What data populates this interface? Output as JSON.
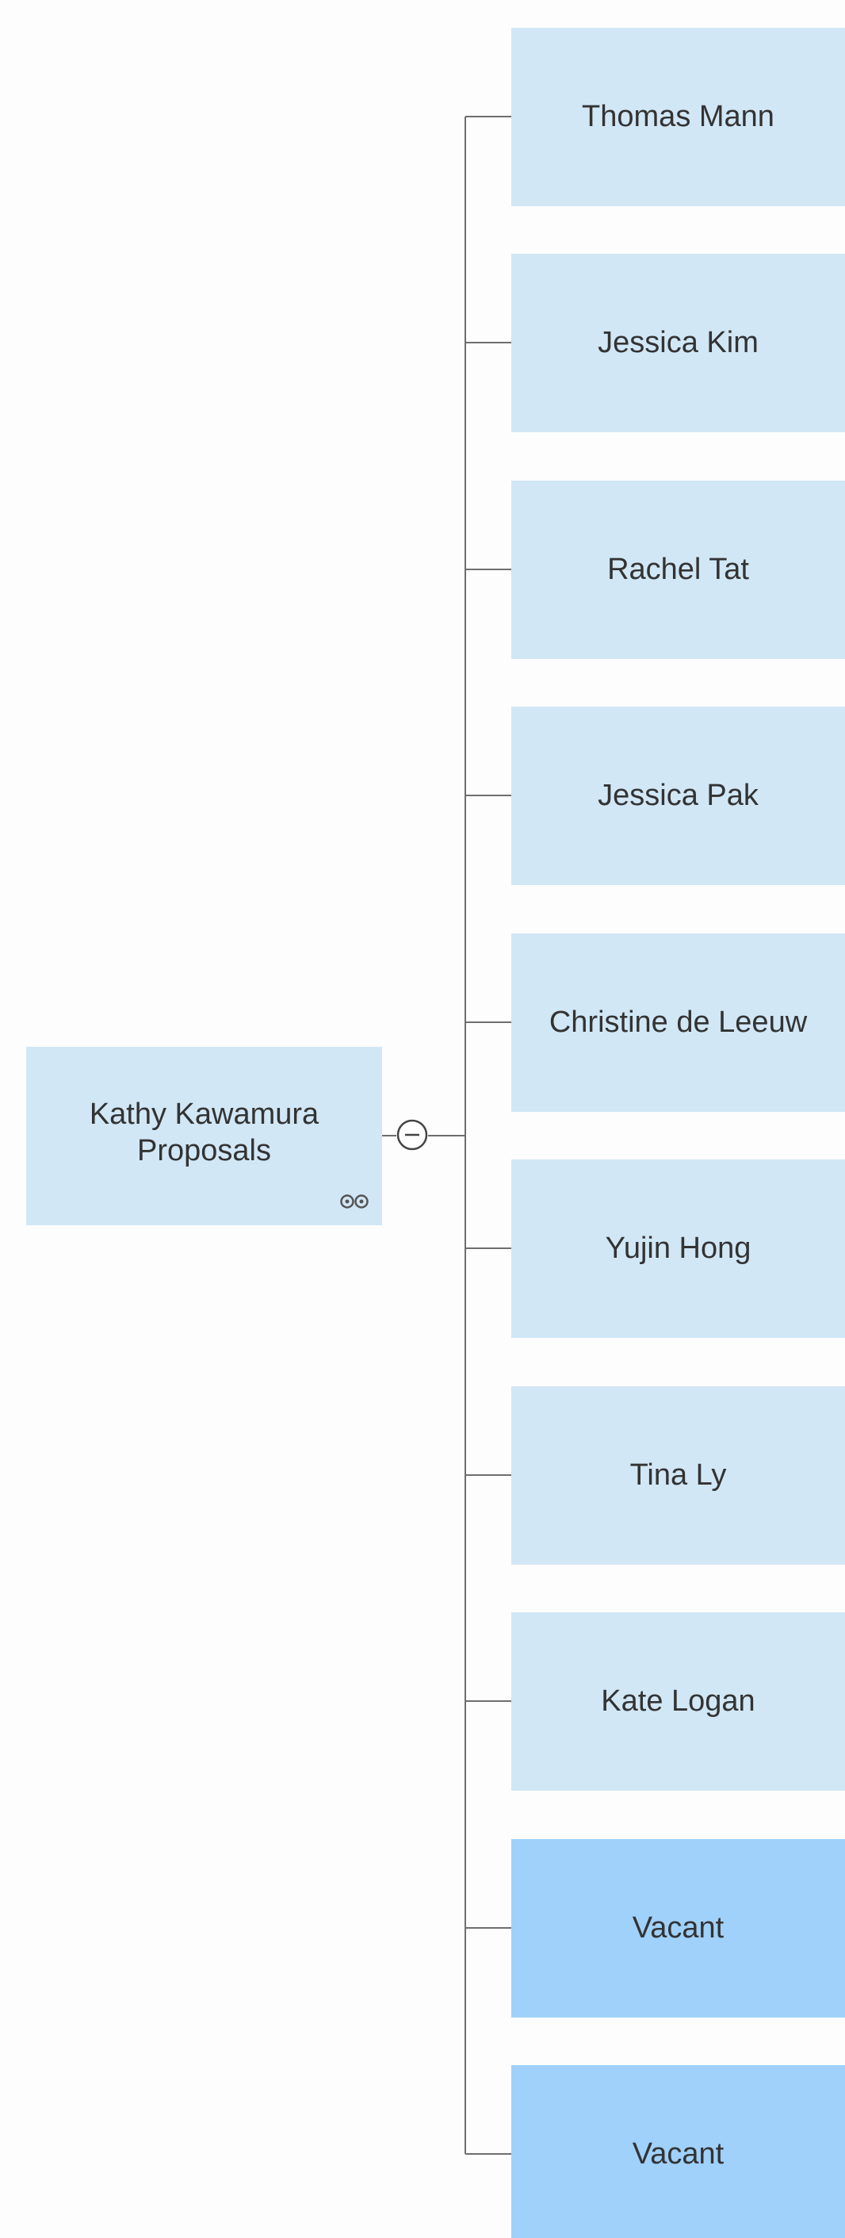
{
  "root": {
    "name": "Kathy Kawamura",
    "department": "Proposals",
    "icon": "link-icon"
  },
  "collapse_icon": "collapse-minus-icon",
  "children": [
    {
      "name": "Thomas Mann",
      "status": "filled"
    },
    {
      "name": "Jessica Kim",
      "status": "filled"
    },
    {
      "name": "Rachel Tat",
      "status": "filled"
    },
    {
      "name": "Jessica Pak",
      "status": "filled"
    },
    {
      "name": "Christine de Leeuw",
      "status": "filled"
    },
    {
      "name": "Yujin Hong",
      "status": "filled"
    },
    {
      "name": "Tina Ly",
      "status": "filled"
    },
    {
      "name": "Kate Logan",
      "status": "filled"
    },
    {
      "name": "Vacant",
      "status": "vacant"
    },
    {
      "name": "Vacant",
      "status": "vacant"
    }
  ],
  "colors": {
    "filled": "#d1e7f6",
    "vacant": "#9fd1fa",
    "connector": "#6e6e6e",
    "text": "#333333"
  }
}
